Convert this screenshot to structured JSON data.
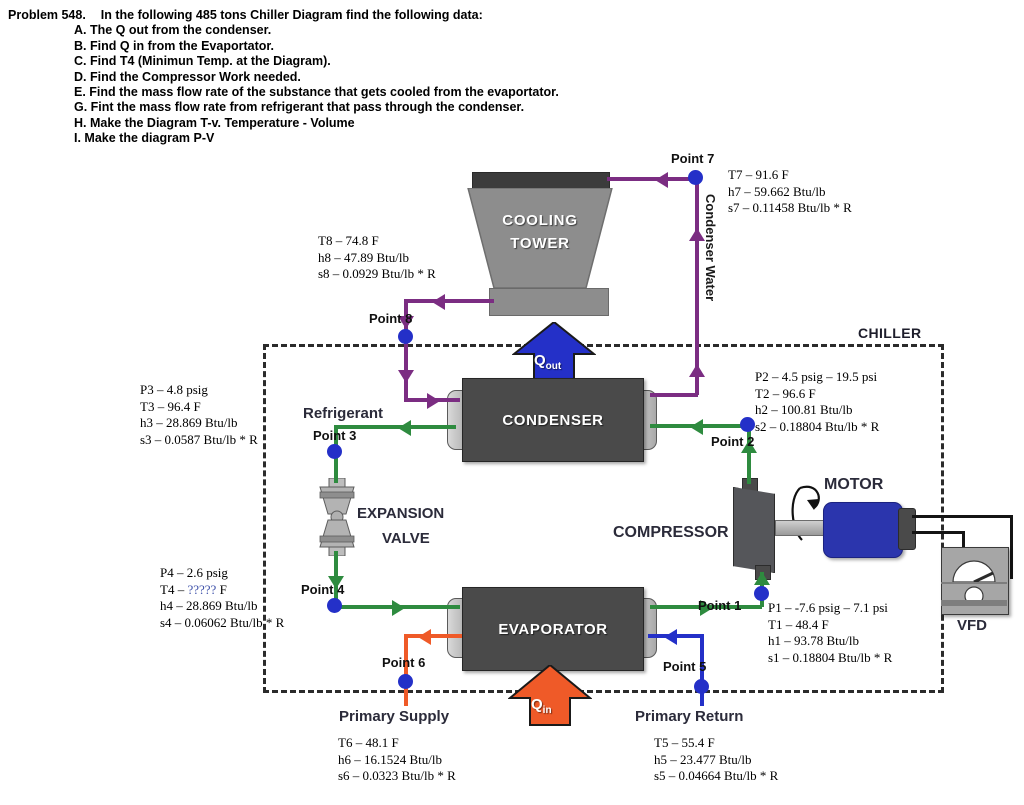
{
  "problem": {
    "number": "Problem 548.",
    "intro": "In the following 485 tons Chiller Diagram find the following data:",
    "items": [
      "A. The Q out from the condenser.",
      "B.  Find Q in from the Evaportator.",
      "C.  Find T4 (Minimun Temp. at the Diagram).",
      "D. Find the Compressor Work needed.",
      "E. Find the mass flow rate of the substance that gets cooled from the evaportator.",
      "G. Fint the mass flow rate from refrigerant that pass through the condenser.",
      "H. Make the Diagram T-v. Temperature - Volume",
      "I. Make the diagram P-V"
    ]
  },
  "diagram": {
    "boundary_label": "CHILLER",
    "equipment": {
      "cooling_tower": "COOLING\nTOWER",
      "cooling_tower_line1": "COOLING",
      "cooling_tower_line2": "TOWER",
      "condenser": "CONDENSER",
      "evaporator": "EVAPORATOR",
      "compressor": "COMPRESSOR",
      "motor": "MOTOR",
      "vfd": "VFD",
      "expansion_valve_line1": "EXPANSION",
      "expansion_valve_line2": "VALVE"
    },
    "flow_labels": {
      "refrigerant": "Refrigerant",
      "condenser_water": "Condenser Water",
      "primary_supply": "Primary Supply",
      "primary_return": "Primary Return",
      "q_out": "Q",
      "q_out_sub": "out",
      "q_in": "Q",
      "q_in_sub": "in"
    },
    "colors": {
      "refrigerant_green": "#2e8b3f",
      "condenser_water_purple": "#7b2d82",
      "chilled_supply_orange": "#ef5a28",
      "chilled_return_blue": "#2430c8",
      "node_blue": "#2430c8",
      "q_out_arrow": "#2430c8",
      "q_in_arrow": "#ef5a28",
      "motor_blue": "#2b35ad",
      "vessel_gray": "#4a4a4a"
    }
  },
  "points": {
    "p1": {
      "label": "Point 1",
      "lines": [
        "P1 – -7.6 psig – 7.1 psi",
        "T1 – 48.4 F",
        "h1 – 93.78 Btu/lb",
        "s1 – 0.18804  Btu/lb * R"
      ]
    },
    "p2": {
      "label": "Point 2",
      "lines": [
        "P2 – 4.5 psig – 19.5 psi",
        "T2 – 96.6 F",
        "h2 – 100.81 Btu/lb",
        "s2 – 0.18804 Btu/lb * R"
      ]
    },
    "p3": {
      "label": "Point 3",
      "lines": [
        "P3 – 4.8 psig",
        "T3 – 96.4 F",
        "h3 – 28.869 Btu/lb",
        "s3 – 0.0587 Btu/lb * R"
      ]
    },
    "p4": {
      "label": "Point 4",
      "line1": "P4 – 2.6 psig",
      "t_prefix": "T4 – ",
      "t_unknown": "?????",
      "t_suffix": " F",
      "line3": "h4 – 28.869 Btu/lb",
      "line4": "s4 – 0.06062 Btu/lb * R"
    },
    "p5": {
      "label": "Point 5",
      "lines": [
        "T5 – 55.4 F",
        "h5 – 23.477 Btu/lb",
        "s5 – 0.04664 Btu/lb * R"
      ]
    },
    "p6": {
      "label": "Point 6",
      "lines": [
        "T6 – 48.1 F",
        "h6 – 16.1524 Btu/lb",
        "s6 – 0.0323 Btu/lb * R"
      ]
    },
    "p7": {
      "label": "Point 7",
      "lines": [
        "T7 – 91.6 F",
        "h7 – 59.662 Btu/lb",
        "s7 – 0.11458 Btu/lb * R"
      ]
    },
    "p8": {
      "label": "Point 8",
      "lines": [
        "T8 – 74.8 F",
        "h8 – 47.89 Btu/lb",
        "s8 – 0.0929 Btu/lb * R"
      ]
    }
  }
}
